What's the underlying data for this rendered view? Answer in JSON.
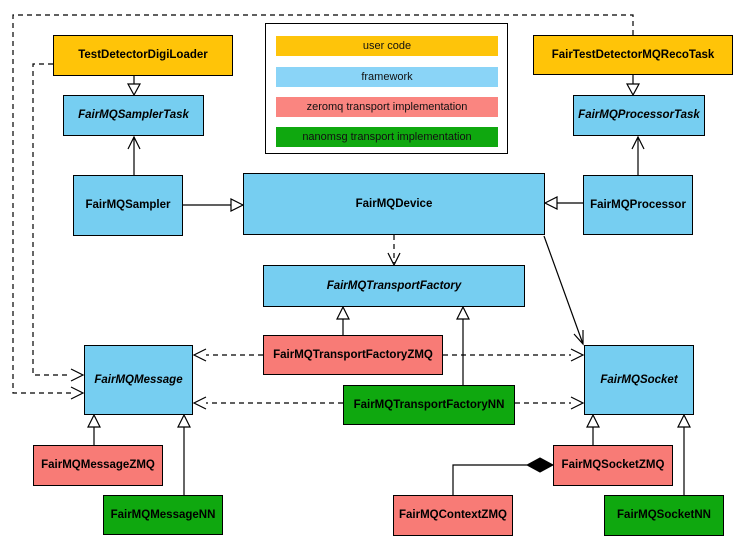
{
  "diagram": {
    "legend": {
      "items": [
        {
          "label": "user code",
          "color": "#FEC40A"
        },
        {
          "label": "framework",
          "color": "#8AD4F7"
        },
        {
          "label": "zeromq transport implementation",
          "color": "#FA8580"
        },
        {
          "label": "nanomsg transport implementation",
          "color": "#0FA80F"
        }
      ]
    },
    "colors": {
      "user_code": "#FFC408",
      "framework": "#76CEF1",
      "zeromq": "#F87B76",
      "nanomsg": "#0FA80F"
    },
    "nodes": [
      {
        "id": "TestDetectorDigiLoader",
        "label": "TestDetectorDigiLoader",
        "category": "user code",
        "abstract": false
      },
      {
        "id": "FairTestDetectorMQRecoTask",
        "label": "FairTestDetectorMQRecoTask",
        "category": "user code",
        "abstract": false
      },
      {
        "id": "FairMQSamplerTask",
        "label": "FairMQSamplerTask",
        "category": "framework",
        "abstract": true
      },
      {
        "id": "FairMQProcessorTask",
        "label": "FairMQProcessorTask",
        "category": "framework",
        "abstract": true
      },
      {
        "id": "FairMQSampler",
        "label": "FairMQSampler",
        "category": "framework",
        "abstract": false
      },
      {
        "id": "FairMQDevice",
        "label": "FairMQDevice",
        "category": "framework",
        "abstract": false
      },
      {
        "id": "FairMQProcessor",
        "label": "FairMQProcessor",
        "category": "framework",
        "abstract": false
      },
      {
        "id": "FairMQTransportFactory",
        "label": "FairMQTransportFactory",
        "category": "framework",
        "abstract": true
      },
      {
        "id": "FairMQTransportFactoryZMQ",
        "label": "FairMQTransportFactoryZMQ",
        "category": "zeromq",
        "abstract": false
      },
      {
        "id": "FairMQTransportFactoryNN",
        "label": "FairMQTransportFactoryNN",
        "category": "nanomsg",
        "abstract": false
      },
      {
        "id": "FairMQMessage",
        "label": "FairMQMessage",
        "category": "framework",
        "abstract": true
      },
      {
        "id": "FairMQSocket",
        "label": "FairMQSocket",
        "category": "framework",
        "abstract": true
      },
      {
        "id": "FairMQMessageZMQ",
        "label": "FairMQMessageZMQ",
        "category": "zeromq",
        "abstract": false
      },
      {
        "id": "FairMQMessageNN",
        "label": "FairMQMessageNN",
        "category": "nanomsg",
        "abstract": false
      },
      {
        "id": "FairMQSocketZMQ",
        "label": "FairMQSocketZMQ",
        "category": "zeromq",
        "abstract": false
      },
      {
        "id": "FairMQSocketNN",
        "label": "FairMQSocketNN",
        "category": "nanomsg",
        "abstract": false
      },
      {
        "id": "FairMQContextZMQ",
        "label": "FairMQContextZMQ",
        "category": "zeromq",
        "abstract": false
      }
    ],
    "edges": [
      {
        "from": "TestDetectorDigiLoader",
        "to": "FairMQSamplerTask",
        "type": "inheritance"
      },
      {
        "from": "FairMQSampler",
        "to": "FairMQSamplerTask",
        "type": "association"
      },
      {
        "from": "FairMQSampler",
        "to": "FairMQDevice",
        "type": "inheritance"
      },
      {
        "from": "FairMQProcessor",
        "to": "FairMQDevice",
        "type": "inheritance"
      },
      {
        "from": "FairMQProcessor",
        "to": "FairMQProcessorTask",
        "type": "association"
      },
      {
        "from": "FairTestDetectorMQRecoTask",
        "to": "FairMQProcessorTask",
        "type": "inheritance"
      },
      {
        "from": "FairMQDevice",
        "to": "FairMQTransportFactory",
        "type": "dashed-dependency"
      },
      {
        "from": "FairMQDevice",
        "to": "FairMQSocket",
        "type": "association"
      },
      {
        "from": "FairMQTransportFactoryZMQ",
        "to": "FairMQTransportFactory",
        "type": "inheritance"
      },
      {
        "from": "FairMQTransportFactoryNN",
        "to": "FairMQTransportFactory",
        "type": "inheritance"
      },
      {
        "from": "FairMQTransportFactoryZMQ",
        "to": "FairMQMessage",
        "type": "dashed-dependency"
      },
      {
        "from": "FairMQTransportFactoryZMQ",
        "to": "FairMQSocket",
        "type": "dashed-dependency"
      },
      {
        "from": "FairMQTransportFactoryNN",
        "to": "FairMQMessage",
        "type": "dashed-dependency"
      },
      {
        "from": "FairMQTransportFactoryNN",
        "to": "FairMQSocket",
        "type": "dashed-dependency"
      },
      {
        "from": "FairTestDetectorMQRecoTask",
        "to": "FairMQMessage",
        "type": "dashed-dependency"
      },
      {
        "from": "TestDetectorDigiLoader",
        "to": "FairMQMessage",
        "type": "dashed-dependency"
      },
      {
        "from": "FairMQMessageZMQ",
        "to": "FairMQMessage",
        "type": "inheritance"
      },
      {
        "from": "FairMQMessageNN",
        "to": "FairMQMessage",
        "type": "inheritance"
      },
      {
        "from": "FairMQSocketZMQ",
        "to": "FairMQSocket",
        "type": "inheritance"
      },
      {
        "from": "FairMQSocketNN",
        "to": "FairMQSocket",
        "type": "inheritance"
      },
      {
        "from": "FairMQContextZMQ",
        "to": "FairMQSocketZMQ",
        "type": "composition"
      }
    ]
  }
}
